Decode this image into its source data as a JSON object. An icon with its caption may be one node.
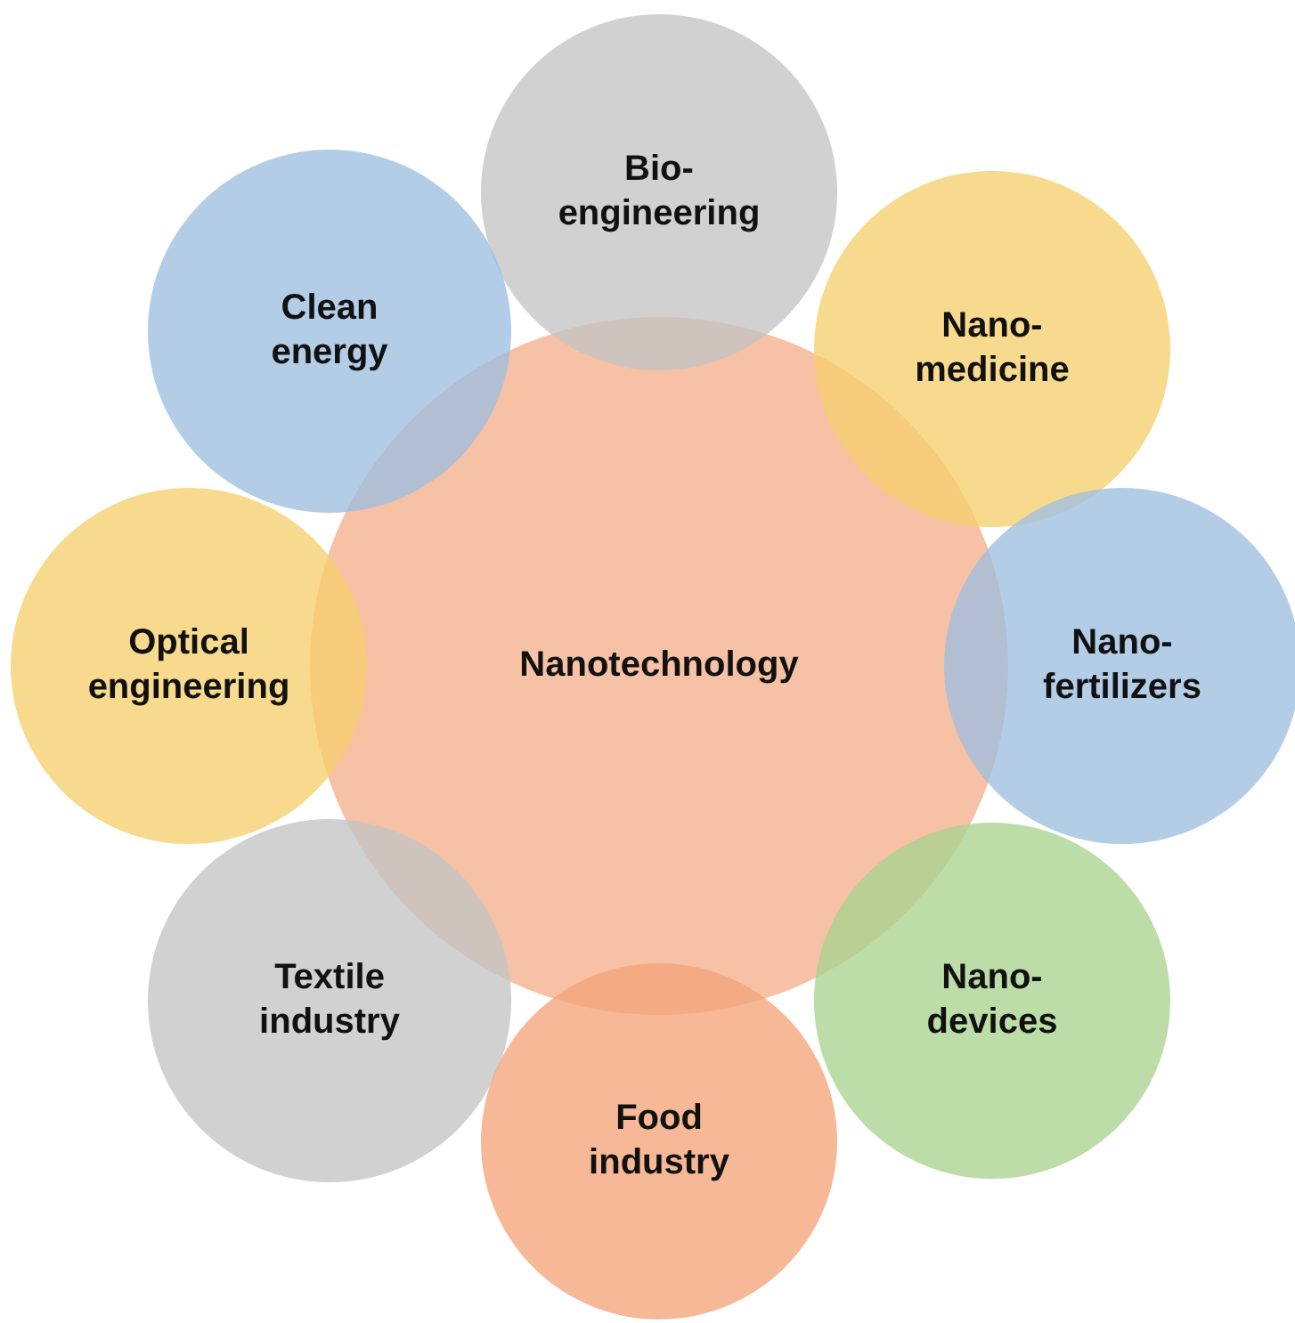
{
  "diagram": {
    "nodes": [
      {
        "text": [
          "Bio- engineering"
        ]
      },
      {
        "text": [
          "Clean energy"
        ]
      },
      {
        "text": [
          "Nano- medicine"
        ]
      },
      {
        "text": [
          "Optical engineering"
        ]
      },
      {
        "text": [
          "Nanotechnology"
        ]
      },
      {
        "text": [
          "Nano- fertilizers"
        ]
      },
      {
        "text": [
          "Textile industry"
        ]
      },
      {
        "text": [
          "Nano- devices"
        ]
      },
      {
        "text": [
          "Food industry"
        ]
      }
    ]
  }
}
